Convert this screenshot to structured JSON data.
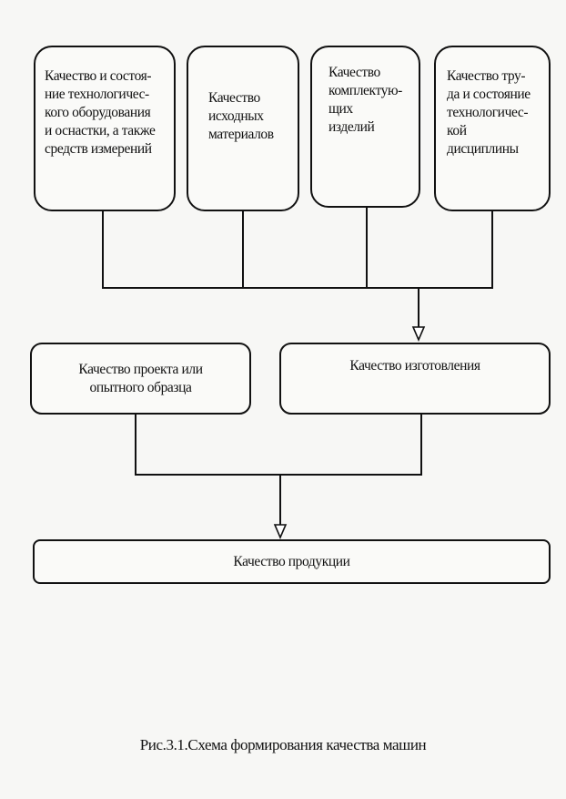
{
  "boxes": {
    "equipment": [
      "Качество и состоя-",
      "ние технологичес-",
      "кого оборудования",
      "и оснастки, а также",
      "средств измерений"
    ],
    "materials": [
      "Качество",
      "исходных",
      "материалов"
    ],
    "components": [
      "Качество",
      "комплектую-",
      "щих",
      "изделий"
    ],
    "labor": [
      "Качество тру-",
      "да и состояние",
      "технологичес-",
      "кой",
      "дисциплины"
    ],
    "design": [
      "Качество проекта или",
      "опытного образца"
    ],
    "manufacturing": "Качество изготовления",
    "product": "Качество продукции"
  },
  "caption": "Рис.3.1.Схема формирования качества машин"
}
